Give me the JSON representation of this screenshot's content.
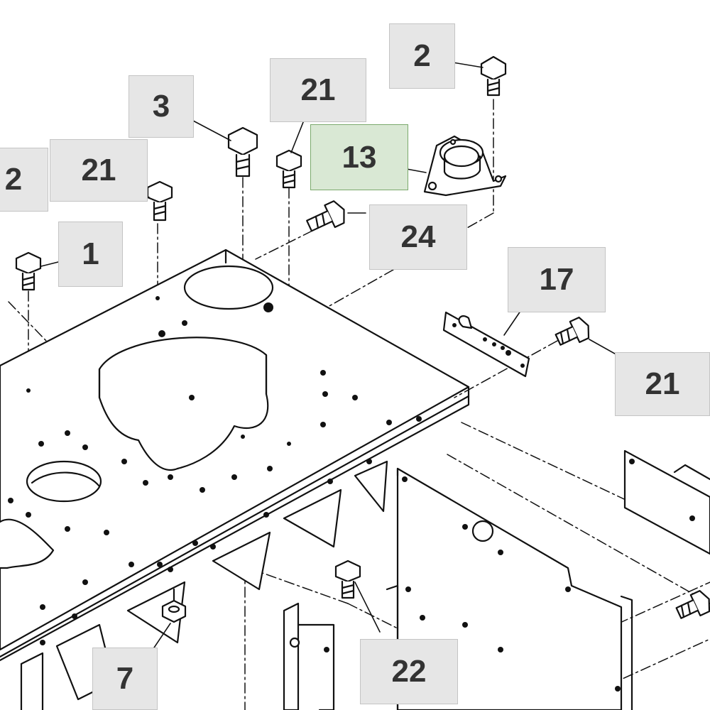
{
  "diagram": {
    "selected_part": "13",
    "selected_color": "#d9e8d4",
    "callout_color": "#e6e6e6",
    "callouts": [
      {
        "id": "c2-top",
        "label": "2"
      },
      {
        "id": "c21-top",
        "label": "21"
      },
      {
        "id": "c3",
        "label": "3"
      },
      {
        "id": "c13",
        "label": "13"
      },
      {
        "id": "c2-left",
        "label": "2"
      },
      {
        "id": "c21-left",
        "label": "21"
      },
      {
        "id": "c24",
        "label": "24"
      },
      {
        "id": "c1",
        "label": "1"
      },
      {
        "id": "c17",
        "label": "17"
      },
      {
        "id": "c21-right",
        "label": "21"
      },
      {
        "id": "c22",
        "label": "22"
      },
      {
        "id": "c7",
        "label": "7"
      }
    ]
  }
}
